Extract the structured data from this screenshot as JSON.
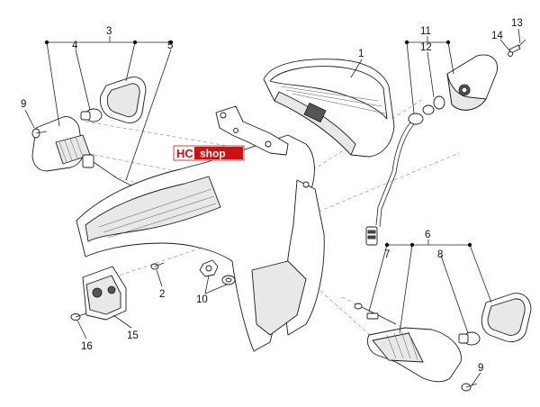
{
  "watermark": {
    "brand_left": "HC",
    "brand_right": "shop",
    "color_left": "#cc1111",
    "color_right": "#ffffff",
    "bg_right": "#cc1111"
  },
  "callouts": {
    "c1": "1",
    "c2": "2",
    "c3": "3",
    "c4": "4",
    "c5": "5",
    "c6": "6",
    "c7": "7",
    "c8": "8",
    "c9a": "9",
    "c9b": "9",
    "c10": "10",
    "c11": "11",
    "c12": "12",
    "c13": "13",
    "c14": "14",
    "c15": "15",
    "c16": "16"
  }
}
